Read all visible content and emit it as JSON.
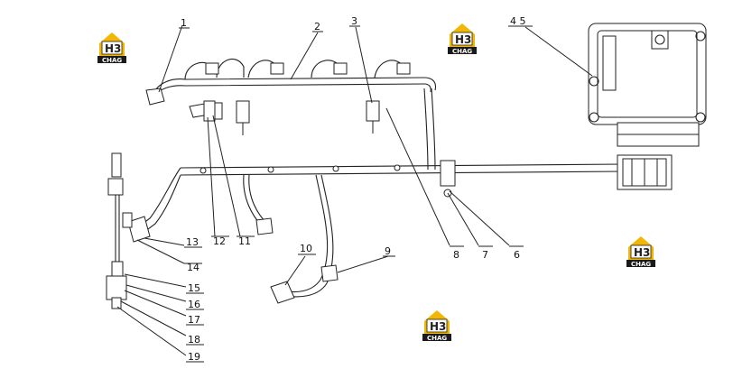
{
  "watermark": {
    "glyph": "H3",
    "text": "CHAG"
  },
  "callouts": {
    "c1": "1",
    "c2": "2",
    "c3": "3",
    "c45": "4 5",
    "c6": "6",
    "c7": "7",
    "c8": "8",
    "c9": "9",
    "c10": "10",
    "c11": "11",
    "c12": "12",
    "c13": "13",
    "c14": "14",
    "c15": "15",
    "c16": "16",
    "c17": "17",
    "c18": "18",
    "c19": "19"
  },
  "colors": {
    "line": "#222222",
    "logo_yellow": "#f2b705",
    "logo_dark": "#1a1a1a"
  }
}
